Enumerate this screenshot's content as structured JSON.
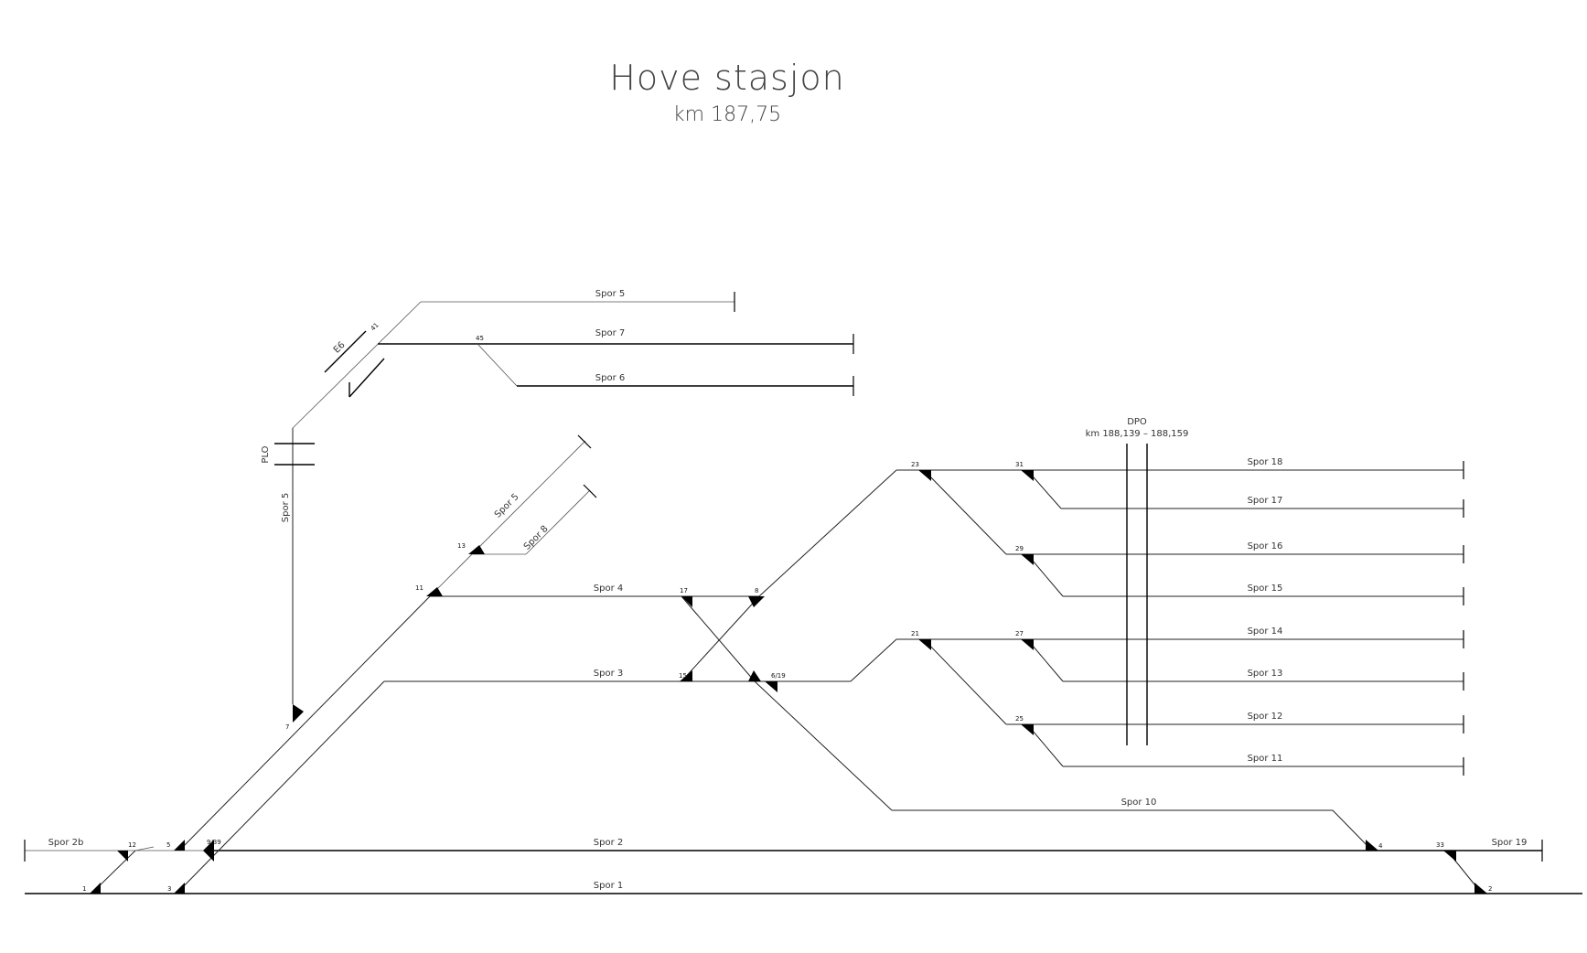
{
  "title": "Hove stasjon",
  "subtitle": "km 187,75",
  "tracks": {
    "spor_1": "Spor 1",
    "spor_2": "Spor 2",
    "spor_2b": "Spor 2b",
    "spor_3": "Spor 3",
    "spor_4": "Spor 4",
    "spor_5_top": "Spor 5",
    "spor_5_vertical": "Spor 5",
    "spor_5_diag": "Spor 5",
    "spor_6": "Spor 6",
    "spor_7": "Spor 7",
    "spor_8": "Spor 8",
    "spor_10": "Spor 10",
    "spor_11": "Spor 11",
    "spor_12": "Spor 12",
    "spor_13": "Spor 13",
    "spor_14": "Spor 14",
    "spor_15": "Spor 15",
    "spor_16": "Spor 16",
    "spor_17": "Spor 17",
    "spor_18": "Spor 18",
    "spor_19": "Spor 19"
  },
  "labels": {
    "e6": "E6",
    "plo": "PLO",
    "dpo": "DPO",
    "dpo_km": "km 188,139 – 188,159"
  },
  "switches": {
    "s1": "1",
    "s2": "2",
    "s3": "3",
    "s4": "4",
    "s5": "5",
    "s6_19": "6/19",
    "s7": "7",
    "s8": "8",
    "s9_39": "9/39",
    "s11": "11",
    "s12": "12",
    "s13": "13",
    "s15": "15",
    "s17": "17",
    "s21": "21",
    "s23": "23",
    "s25": "25",
    "s27": "27",
    "s29": "29",
    "s31": "31",
    "s33": "33",
    "s41": "41",
    "s45": "45"
  }
}
